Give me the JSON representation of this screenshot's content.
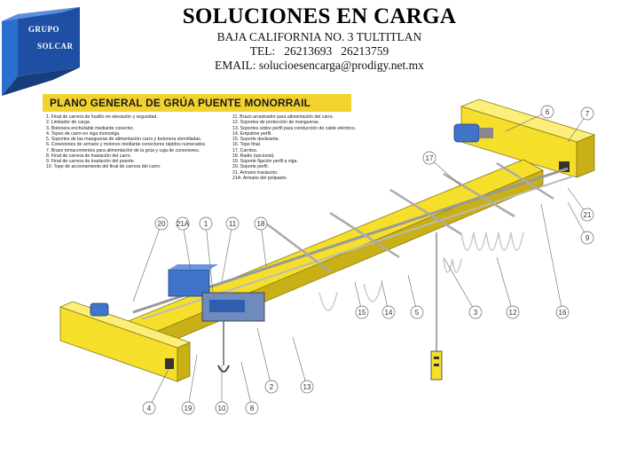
{
  "company": {
    "logo_text_top": "GRUPO",
    "logo_text_bottom": "SOLCAR",
    "name": "SOLUCIONES EN CARGA",
    "address": "BAJA CALIFORNIA NO. 3  TULTITLAN",
    "phone_label": "TEL:",
    "phones": [
      "26213693",
      "26213759"
    ],
    "email_label": "EMAIL:",
    "email": "solucioesencarga@prodigy.net.mx"
  },
  "plan": {
    "title": "PLANO GENERAL DE GRÚA PUENTE MONORRAIL",
    "legend_left": [
      "1. Final de carrera de husillo en elevación y seguridad.",
      "2. Limitador de carga.",
      "3. Botonera enchufable mediante conector.",
      "4. Topes de carro en viga monoviga.",
      "5. Soportes de las mangueras de alimentación carro y botonera sternilladas.",
      "6. Conexiones de armario y motores mediante conectores rápidos numerados.",
      "7. Brazo tomacorrientes para alimentación de la grúa y caja de conexiones.",
      "8. Final de carrera de traslación del carro.",
      "9. Final de carrera de traslación del puente.",
      "10. Tope de accionamiento del final de carrera del carro."
    ],
    "legend_right": [
      "11. Brazo arrastrador para alimentación del carro.",
      "12. Soportes de protección de mangueras.",
      "13. Soportes sobre perfil para conducción de cable eléctrico.",
      "14. Empalme perfil.",
      "15. Soporte deslizante.",
      "16. Tope final.",
      "17. Carritos.",
      "18. Radio (opcional).",
      "19. Soporte fijación perfil a viga.",
      "20. Soporte perfil.",
      "21. Armario traslación.",
      "21A. Armario del polipasto."
    ]
  },
  "callouts": [
    "6",
    "7",
    "17",
    "21",
    "9",
    "20",
    "21A",
    "11",
    "1",
    "18",
    "15",
    "14",
    "5",
    "3",
    "12",
    "16",
    "2",
    "13",
    "10",
    "19",
    "8",
    "4"
  ],
  "colors": {
    "beam_yellow": "#f5df2a",
    "beam_shadow": "#c9b016",
    "rail_gray": "#a9a9a9",
    "motor_blue": "#3f74c9",
    "logo_blue": "#1e4fa3"
  }
}
